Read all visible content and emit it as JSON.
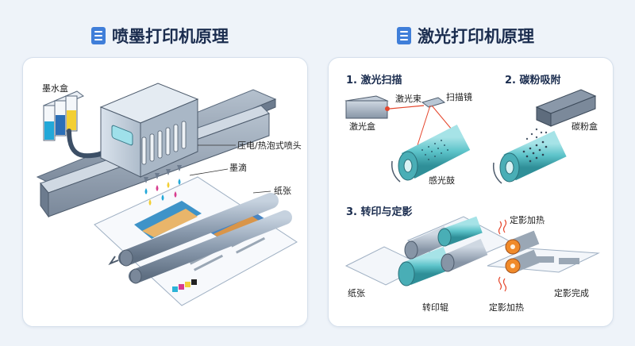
{
  "left": {
    "title": "喷墨打印机原理",
    "labels": {
      "ink_box": "墨水盒",
      "printhead": "压电/热泡式喷头",
      "droplet": "墨滴",
      "paper": "纸张"
    }
  },
  "right": {
    "title": "激光打印机原理",
    "step1": {
      "title": "1. 激光扫描",
      "laser_box": "激光盒",
      "laser_beam": "激光束",
      "scan_mirror": "扫描镜",
      "drum": "感光鼓"
    },
    "step2": {
      "title": "2. 碳粉吸附",
      "toner_box": "碳粉盒"
    },
    "step3": {
      "title": "3. 转印与定影",
      "paper": "纸张",
      "transfer_roller": "转印辊",
      "fuser_heat_top": "定影加热",
      "fuser_heat_bottom": "定影加热",
      "fusing_done": "定影完成"
    }
  },
  "colors": {
    "accent": "#3f7ed9",
    "heading": "#1b2d4f",
    "teal": "#5cc3c9",
    "rail": "#8b99aa",
    "orange": "#f08a2a",
    "heat": "#e5452b"
  }
}
